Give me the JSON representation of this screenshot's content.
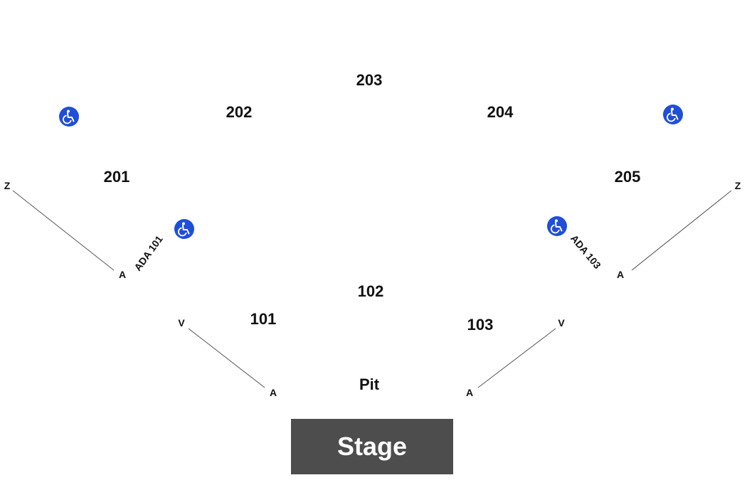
{
  "venue_map": {
    "sections": {
      "s201": "201",
      "s202": "202",
      "s203": "203",
      "s204": "204",
      "s205": "205",
      "s101": "101",
      "s102": "102",
      "s103": "103",
      "pit": "Pit"
    },
    "rows": {
      "upper_left_top": "Z",
      "upper_left_bottom": "A",
      "upper_right_top": "Z",
      "upper_right_bottom": "A",
      "lower_left_top": "V",
      "lower_left_bottom": "A",
      "lower_right_top": "V",
      "lower_right_bottom": "A"
    },
    "ada": {
      "left": "ADA 101",
      "right": "ADA 103"
    },
    "stage_label": "Stage",
    "icons": {
      "accessible": "wheelchair-icon"
    },
    "colors": {
      "accessible": "#1f4fd8",
      "stage": "#4d4d4d",
      "aisle_line": "#555555"
    }
  }
}
